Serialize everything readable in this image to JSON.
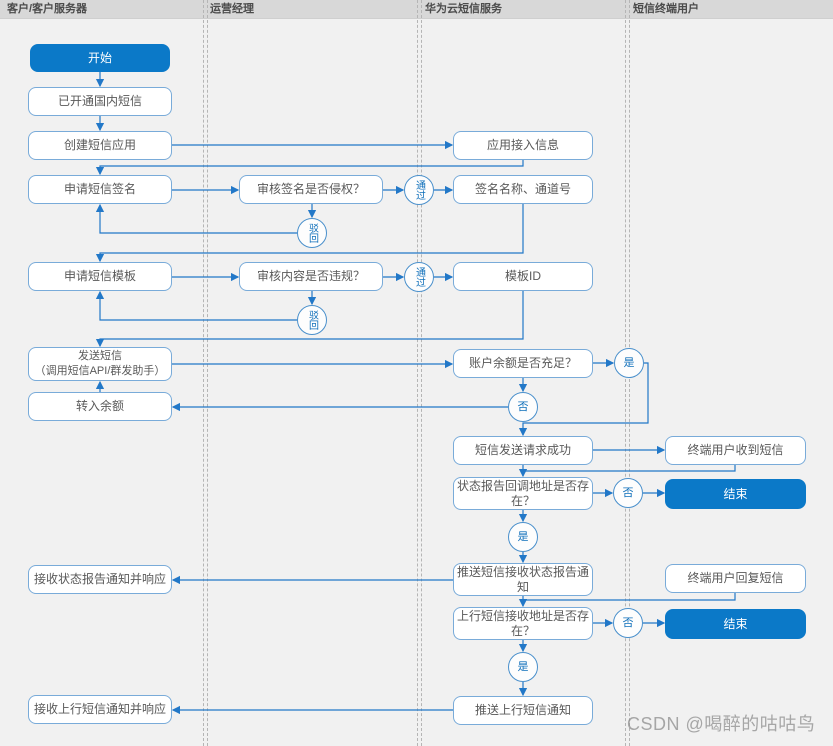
{
  "lanes": {
    "customer": "客户/客户服务器",
    "operation_manager": "运营经理",
    "huawei_sms": "华为云短信服务",
    "terminal_user": "短信终端用户"
  },
  "nodes": {
    "start": "开始",
    "sms_enabled": "已开通国内短信",
    "create_app": "创建短信应用",
    "apply_signature": "申请短信签名",
    "apply_template": "申请短信模板",
    "send_sms": "发送短信\n（调用短信API/群发助手）",
    "transfer_balance": "转入余额",
    "receive_status_report": "接收状态报告通知并响应",
    "receive_uplink": "接收上行短信通知并响应",
    "review_signature": "审核签名是否侵权？",
    "review_content": "审核内容是否违规？",
    "app_access_info": "应用接入信息",
    "signature_channel": "签名名称、通道号",
    "template_id": "模板ID",
    "balance_check": "账户余额是否充足？",
    "send_request_success": "短信发送请求成功",
    "status_callback_check": "状态报告回调地址是否存在？",
    "push_status_report": "推送短信接收状态报告通知",
    "uplink_address_check": "上行短信接收地址是否存在？",
    "push_uplink": "推送上行短信通知",
    "user_receive_sms": "终端用户收到短信",
    "user_reply_sms": "终端用户回复短信",
    "end": "结束"
  },
  "circles": {
    "pass": "通过",
    "reject": "驳回",
    "yes": "是",
    "no": "否"
  },
  "watermark": "CSDN @喝醉的咕咕鸟",
  "colors": {
    "solid_blue": "#0b79c8",
    "line_blue": "#2278c8",
    "box_border_blue": "#79abd9",
    "header_bg": "#d8d8d8",
    "canvas_bg": "#f1f1f1",
    "text_gray": "#595959"
  }
}
